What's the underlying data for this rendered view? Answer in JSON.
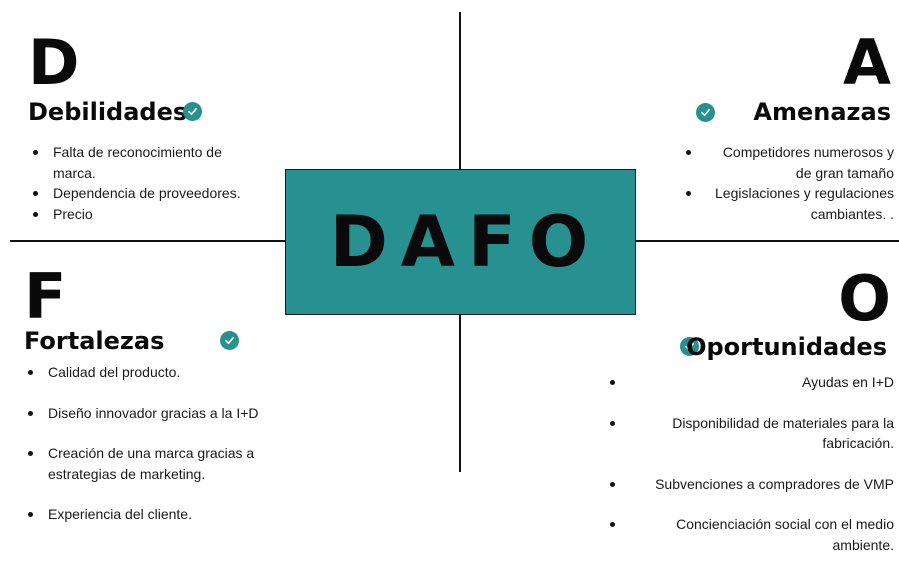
{
  "center": {
    "title": "DAFO"
  },
  "colors": {
    "accent": "#269190",
    "text": "#111111"
  },
  "quadrants": {
    "debilidades": {
      "letter": "D",
      "title": "Debilidades",
      "icon": "check-circle-icon",
      "items": [
        "Falta de reconocimiento de marca.",
        "Dependencia de proveedores.",
        "Precio"
      ]
    },
    "amenazas": {
      "letter": "A",
      "title": "Amenazas",
      "icon": "check-circle-icon",
      "items": [
        "Competidores numerosos y de gran tamaño",
        "Legislaciones y regulaciones cambiantes. ."
      ]
    },
    "fortalezas": {
      "letter": "F",
      "title": "Fortalezas",
      "icon": "check-circle-icon",
      "items": [
        "Calidad del producto.",
        "Diseño innovador gracias a la I+D",
        "Creación de una marca gracias a estrategias de marketing.",
        "Experiencia del cliente."
      ]
    },
    "oportunidades": {
      "letter": "O",
      "title": "Oportunidades",
      "icon": "check-circle-icon",
      "items": [
        "Ayudas en I+D",
        "Disponibilidad de materiales para la fabricación.",
        "Subvenciones a compradores de VMP",
        "Concienciación social con el medio ambiente."
      ]
    }
  }
}
